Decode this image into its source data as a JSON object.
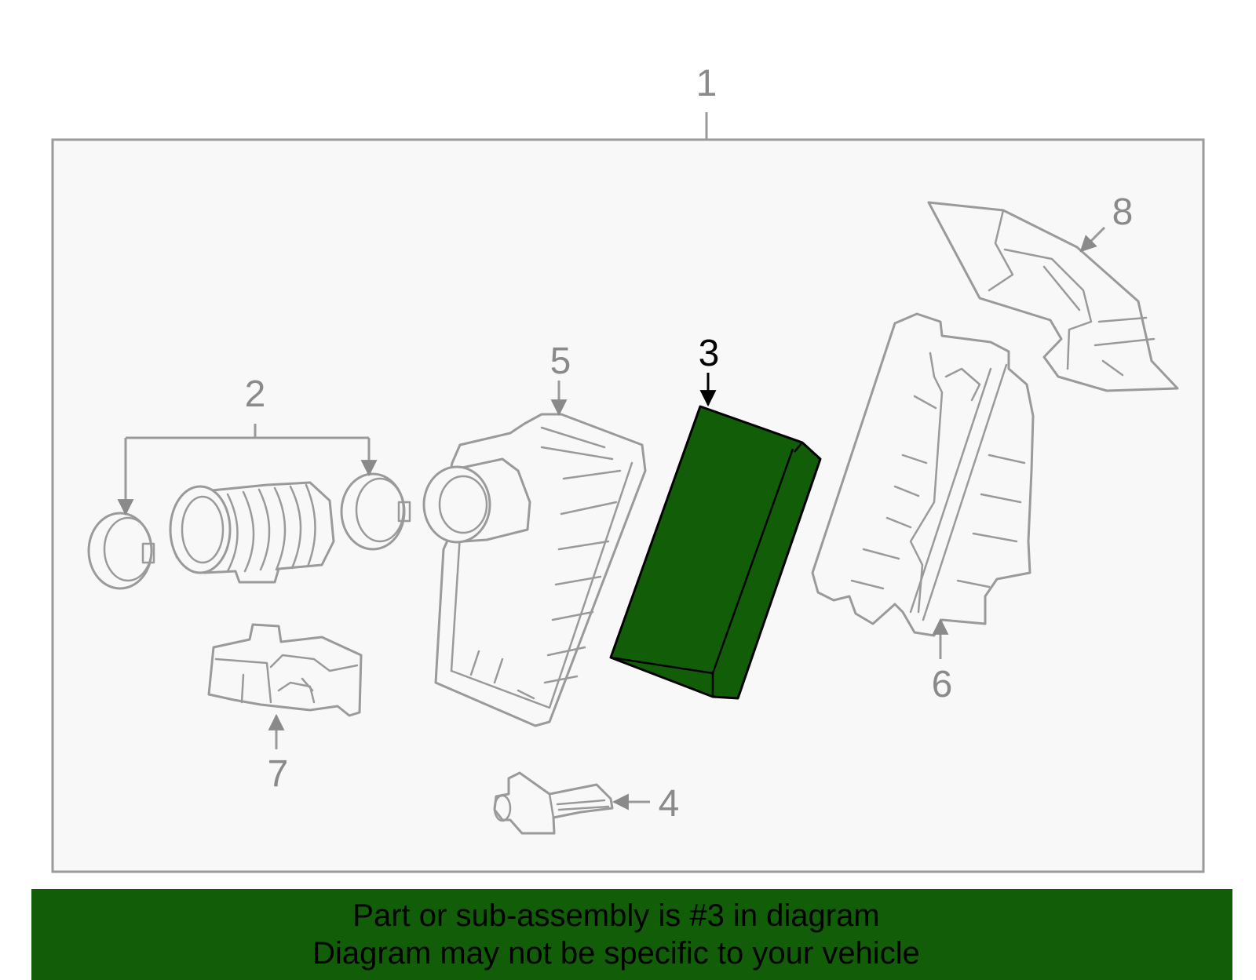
{
  "colors": {
    "frame_fill": "#f8f8f8",
    "frame_stroke": "#9a9a9a",
    "part_stroke": "#9a9a9a",
    "highlight_fill": "#125e08",
    "highlight_stroke": "#000000",
    "label_muted": "#8a8a8a",
    "label_active": "#000000",
    "banner_fill": "#125e08"
  },
  "callouts": {
    "assembly": "1",
    "c2": "2",
    "c3": "3",
    "c4": "4",
    "c5": "5",
    "c6": "6",
    "c7": "7",
    "c8": "8"
  },
  "highlighted_part": "3",
  "caption": {
    "line1": "Part or sub-assembly is #3 in diagram",
    "line2": "Diagram may not be specific to your vehicle"
  }
}
